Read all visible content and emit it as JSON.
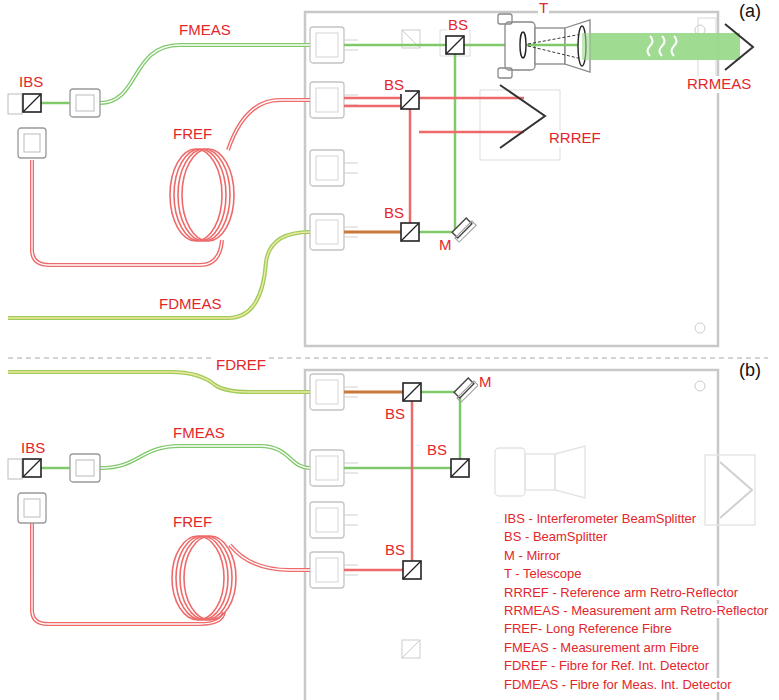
{
  "diagram": {
    "labels": [
      "(a)",
      "IBS",
      "FMEAS",
      "BS",
      "T",
      "FREF",
      "BS",
      "RRREF",
      "RRMEAS",
      "BS",
      "M",
      "FDMEAS",
      "(b)",
      "FDREF",
      "BS",
      "M",
      "FMEAS",
      "BS",
      "IBS",
      "BS",
      "FREF",
      "IBS - Interferometer BeamSplitter",
      "BS - BeamSplitter",
      "M - Mirror",
      "T - Telescope",
      "RRREF - Reference arm Retro-Reflector",
      "RRMEAS - Measurement arm Retro-Reflector",
      "FREF- Long Reference Fibre",
      "FMEAS - Measurement arm Fibre",
      "FDREF - Fibre for Ref. Int. Detector",
      "FDMEAS - Fibre for Meas. Int. Detector"
    ]
  }
}
